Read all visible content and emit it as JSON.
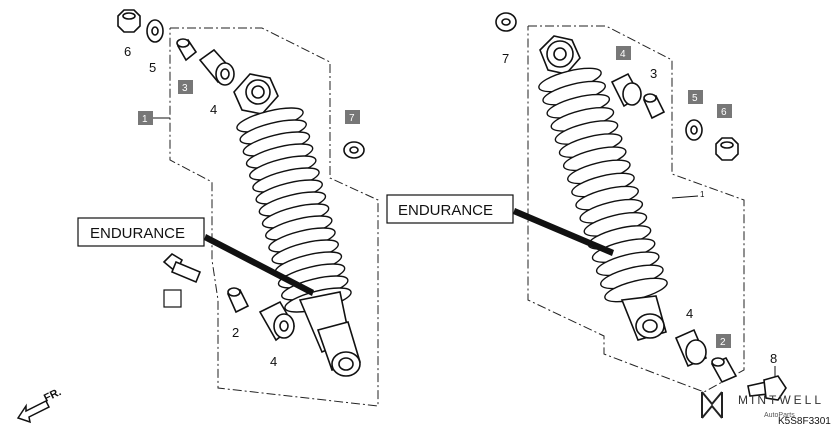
{
  "diagram": {
    "left_assembly": {
      "labels": [
        "6",
        "5",
        "4",
        "2",
        "4"
      ],
      "boxed_labels": [
        "3",
        "1",
        "7",
        "◻"
      ],
      "callout": "ENDURANCE"
    },
    "right_assembly": {
      "labels": [
        "7",
        "3",
        "4",
        "8"
      ],
      "boxed_labels": [
        "4",
        "5",
        "6",
        "2"
      ],
      "callout": "ENDURANCE",
      "ref_marker": "1"
    },
    "direction_arrow": "FR.",
    "diagram_code": "K5S8F3301",
    "watermark": {
      "brand": "MINTWELL",
      "sub": "AutoParts"
    }
  },
  "colors": {
    "line": "#111111",
    "box_fill": "#777777",
    "background": "#ffffff"
  }
}
